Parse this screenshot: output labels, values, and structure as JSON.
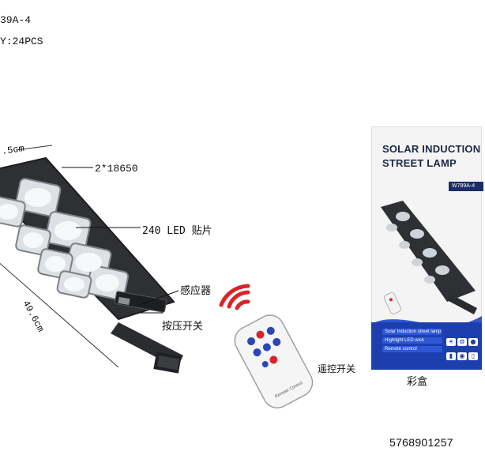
{
  "header": {
    "model_line": "39A-4",
    "qty_line": "Y:24PCS"
  },
  "lamp": {
    "battery_label": "2*18650",
    "led_label": "240 LED 贴片",
    "sensor_label": "感应器",
    "press_switch_label": "按压开关",
    "width_dim": ".5cm",
    "length_dim": "49.6cm"
  },
  "remote": {
    "caption": "遥控开关",
    "device_text": "Remote Control"
  },
  "package": {
    "title_line1": "SOLAR INDUCTION",
    "title_line2": "STREET LAMP",
    "model_tag": "W789A-4",
    "features": [
      "Solar Induction street lamp",
      "Highlight LED wick",
      "Remote control"
    ],
    "caption": "彩盒"
  },
  "footer": {
    "code": "5768901257"
  },
  "colors": {
    "lamp_body": "#2e3033",
    "led_lens": "#e7eaee",
    "remote_red": "#d8242a",
    "remote_blue": "#2b46b8",
    "box_blue": "#1d3fae",
    "box_title": "#1a2a44"
  }
}
